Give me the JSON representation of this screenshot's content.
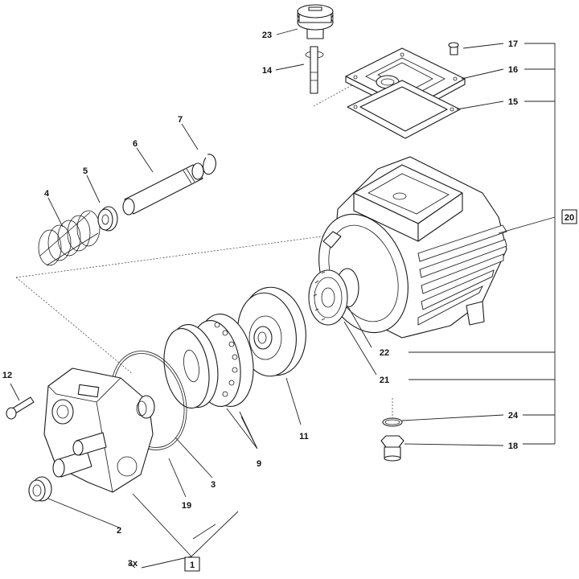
{
  "diagram": {
    "callouts": {
      "c1": "1",
      "c2": "2",
      "c3": "3",
      "c3x": "3x",
      "c4": "4",
      "c5": "5",
      "c6": "6",
      "c7": "7",
      "c9": "9",
      "c11": "11",
      "c12": "12",
      "c14": "14",
      "c15": "15",
      "c16": "16",
      "c17": "17",
      "c18": "18",
      "c19": "19",
      "c20": "20",
      "c21": "21",
      "c22": "22",
      "c23": "23",
      "c24": "24"
    }
  }
}
